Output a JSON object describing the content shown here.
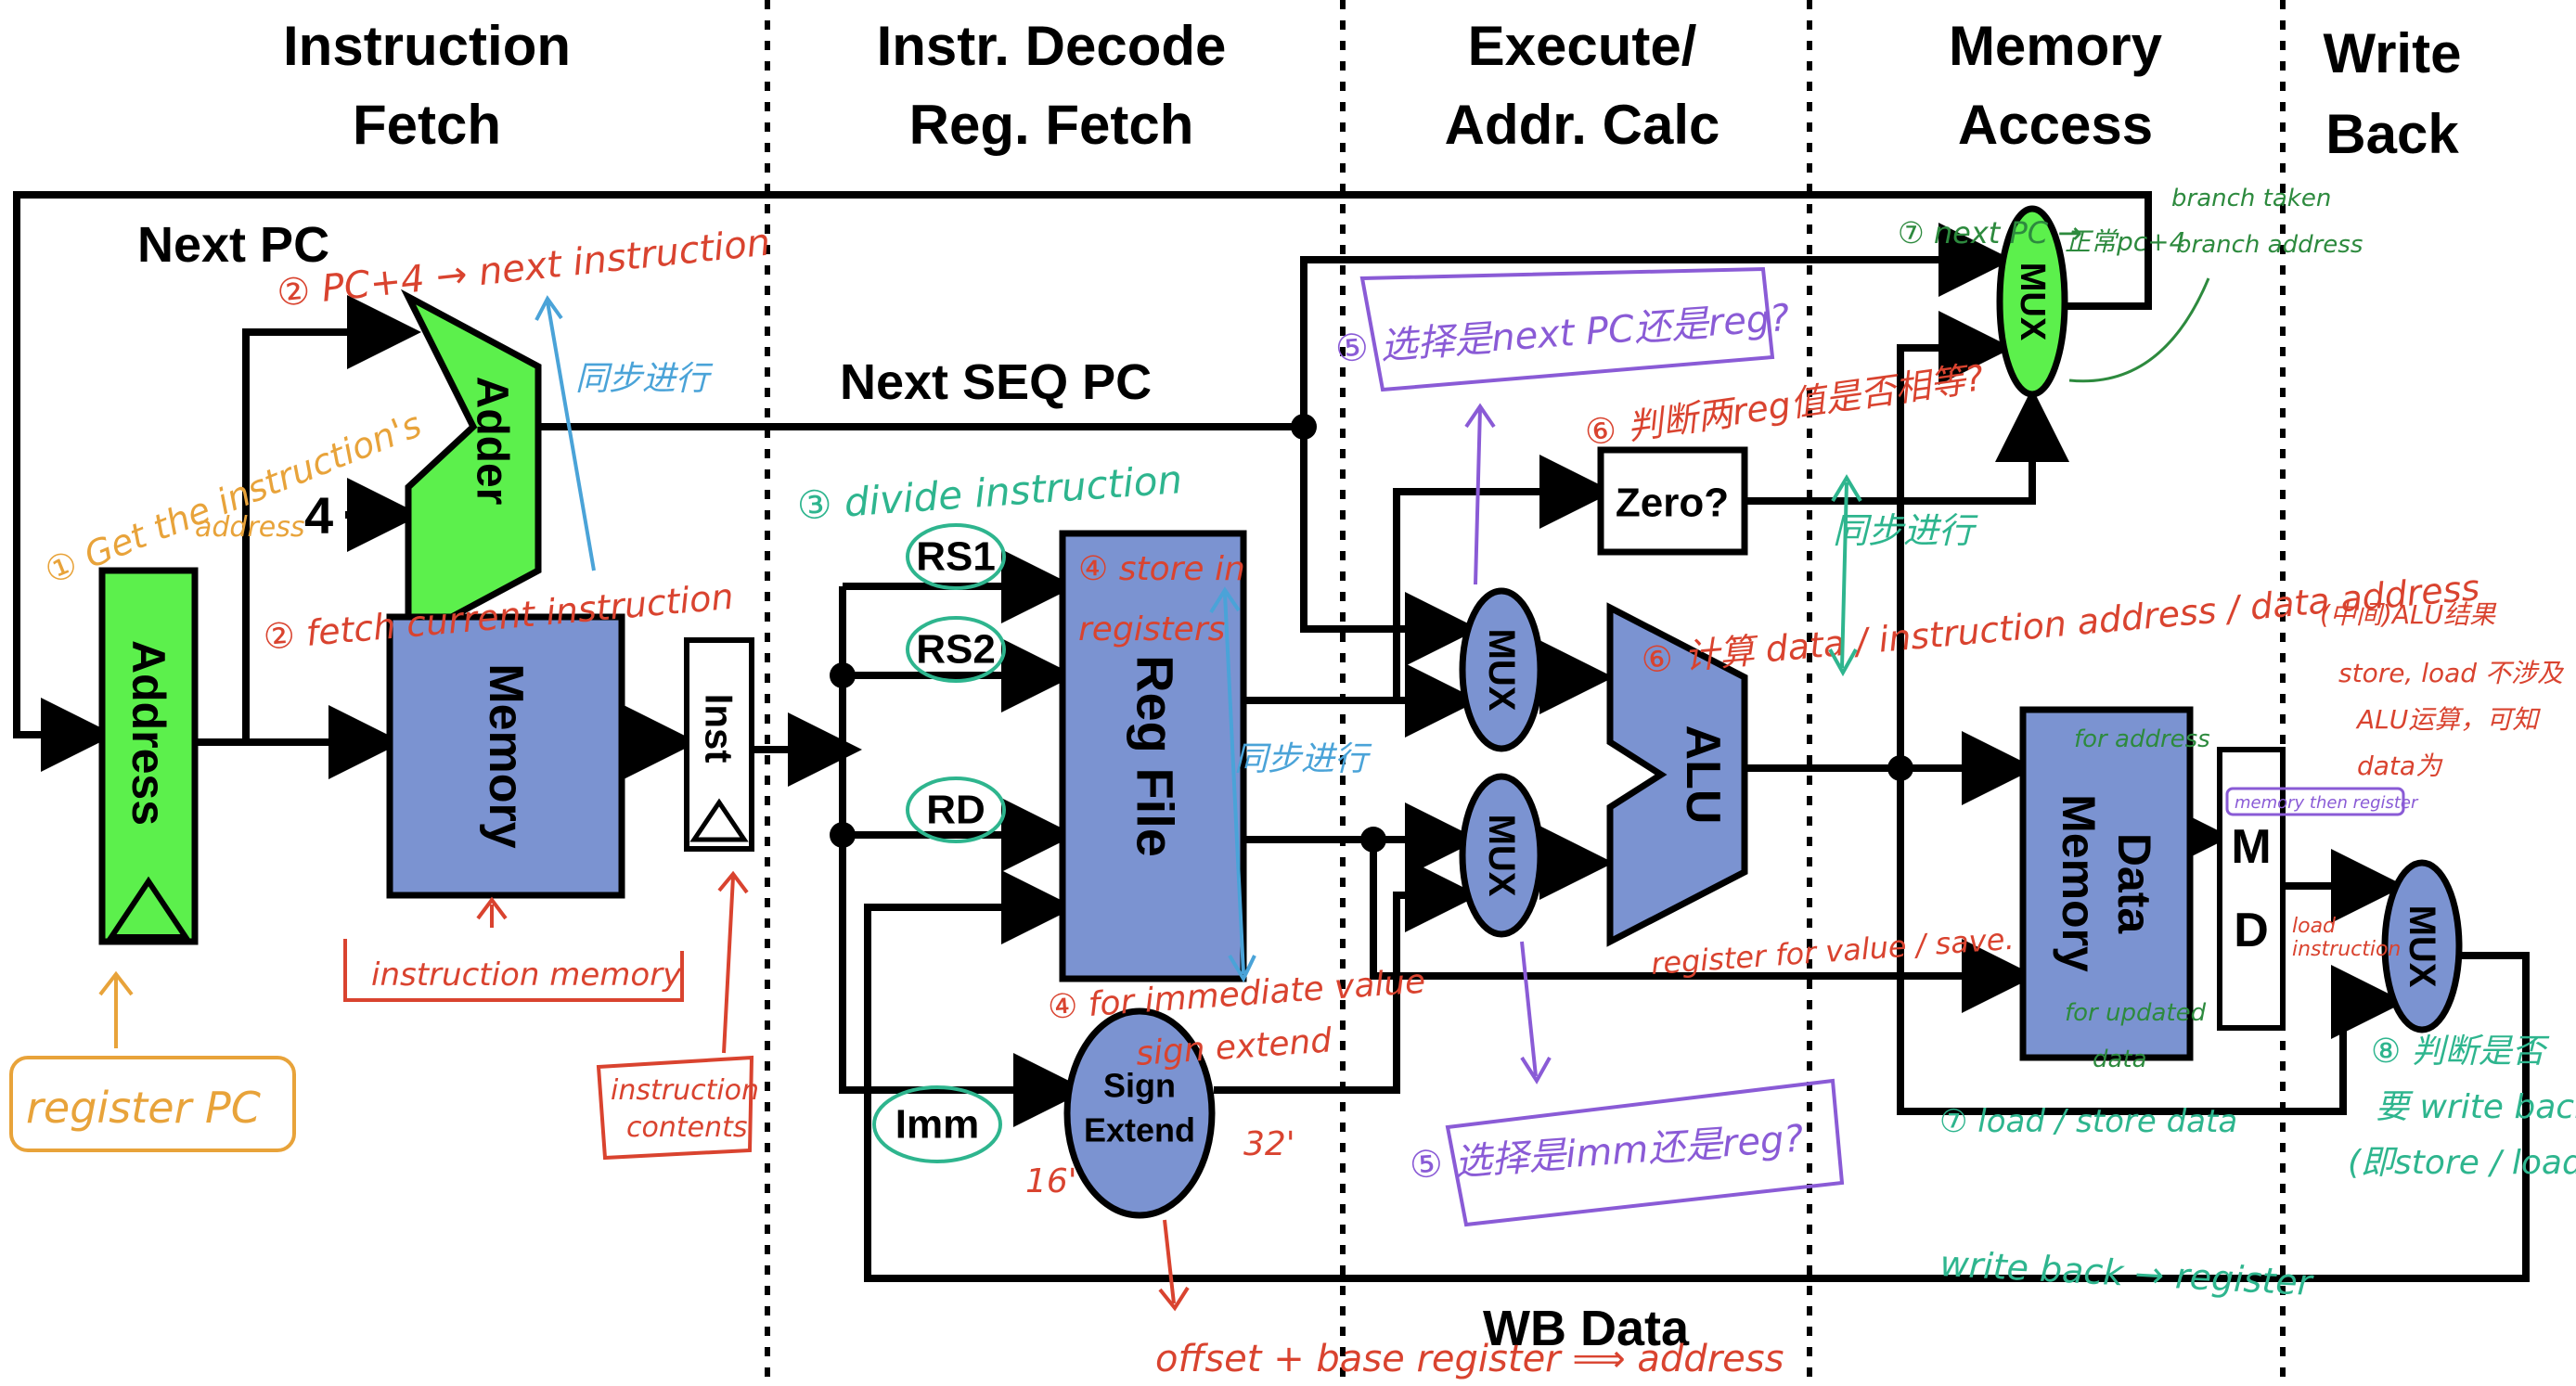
{
  "stages": {
    "if": [
      "Instruction",
      "Fetch"
    ],
    "id": [
      "Instr. Decode",
      "Reg. Fetch"
    ],
    "ex": [
      "Execute/",
      "Addr. Calc"
    ],
    "mem": [
      "Memory",
      "Access"
    ],
    "wb": [
      "Write",
      "Back"
    ]
  },
  "labels": {
    "next_pc": "Next PC",
    "next_seq_pc": "Next SEQ PC",
    "wb_data": "WB Data",
    "four": "4"
  },
  "blocks": {
    "address": "Address",
    "adder": "Adder",
    "memory": "Memory",
    "inst": "Inst",
    "rs1": "RS1",
    "rs2": "RS2",
    "rd": "RD",
    "imm": "Imm",
    "reg_file": "Reg File",
    "sign_extend": [
      "Sign",
      "Extend"
    ],
    "mux": "MUX",
    "zero": "Zero?",
    "alu": "ALU",
    "data_memory": [
      "Data",
      "Memory"
    ],
    "md": [
      "M",
      "D"
    ]
  },
  "annotations": {
    "register_pc": "register PC",
    "get_address": [
      "① Get the instruction's",
      "address"
    ],
    "pc_plus_4": "② PC+4 → next instruction",
    "tongbu_1": "同步进行",
    "fetch_current": "② fetch current instruction",
    "instruction_memory": "instruction memory",
    "instruction_contents": [
      "instruction",
      "contents"
    ],
    "divide_instruction": "③ divide instruction",
    "store_in_registers": [
      "④ store in",
      "registers"
    ],
    "tongbu_2": "同步进行",
    "immediate_sign_extend": [
      "④ for immediate value",
      "sign extend"
    ],
    "bits_16": "16'",
    "bits_32": "32'",
    "offset_base": "offset + base register ⟹ address",
    "choose_next_pc": "⑤ 选择是next PC还是reg?",
    "judge_reg": "⑥ 判断两reg值是否相等?",
    "tongbu_3": "同步进行",
    "alu_result": "⑥ 计算 data / instruction address / data address",
    "choose_imm": "⑤ 选择是imm还是reg?",
    "reg_for_value": "register for value / save.",
    "next_pc_mux": "⑦ next PC →",
    "branch_taken": "branch taken",
    "branch_address": "branch address",
    "zhengchang": "正常pc+4",
    "middle_note": [
      "(中间)ALU结果",
      "store, load 不涉及",
      "ALU运算，可知",
      "data为"
    ],
    "for_address": "for address",
    "for_updated_data": [
      "for updated",
      "data"
    ],
    "memory_then_register": "memory then register",
    "load_instruction": [
      "load",
      "instruction"
    ],
    "load_store_data": "⑦ load / store data",
    "judge_write_back": [
      "⑧ 判断是否",
      "要 write back",
      "(即store / load)"
    ],
    "write_back_register": "write back → register"
  },
  "colors": {
    "green": "#5cf04c",
    "blue": "#7b93d1",
    "orange": "#e8a33a",
    "red": "#d9432f",
    "teal": "#2eb58e",
    "purple": "#8a5bd6",
    "dark_green": "#2d8a3e",
    "light_blue": "#4aa3d8"
  }
}
